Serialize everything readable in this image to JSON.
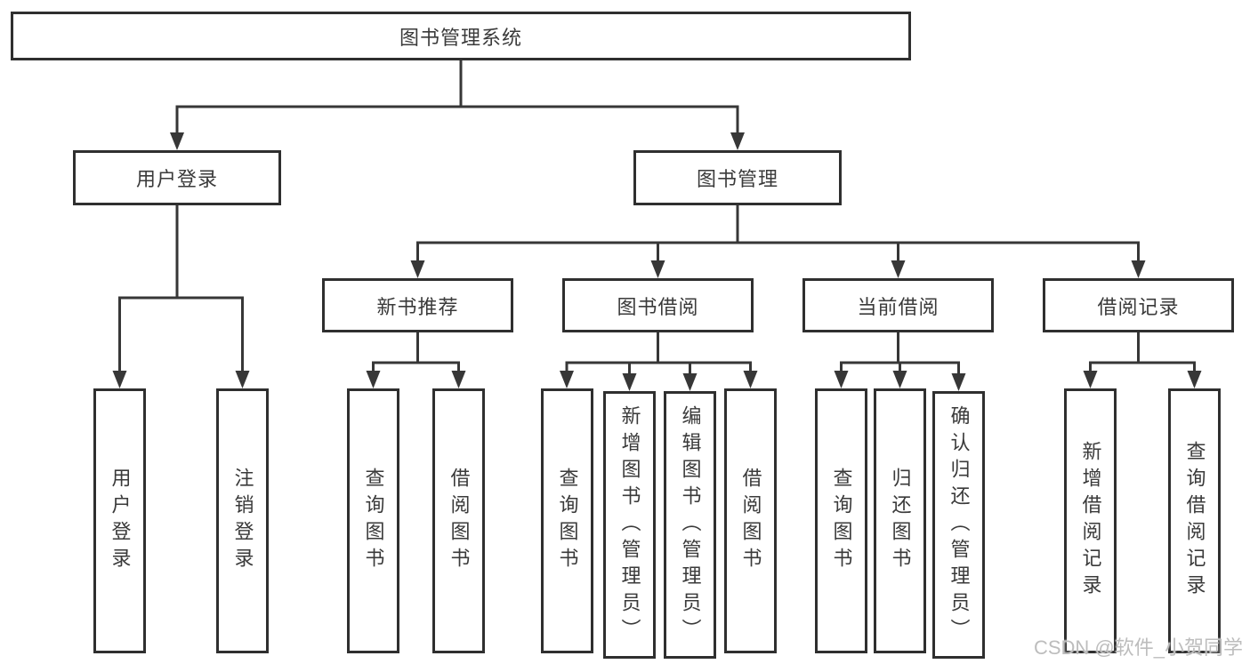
{
  "tree": {
    "root": {
      "label": "图书管理系统"
    },
    "branches": [
      {
        "label": "用户登录",
        "children": [
          {
            "label": "用户登录"
          },
          {
            "label": "注销登录"
          }
        ]
      },
      {
        "label": "图书管理",
        "children": [
          {
            "label": "新书推荐",
            "children": [
              {
                "label": "查询图书"
              },
              {
                "label": "借阅图书"
              }
            ]
          },
          {
            "label": "图书借阅",
            "children": [
              {
                "label": "查询图书"
              },
              {
                "label": "新增图书（管理员）"
              },
              {
                "label": "编辑图书（管理员）"
              },
              {
                "label": "借阅图书"
              }
            ]
          },
          {
            "label": "当前借阅",
            "children": [
              {
                "label": "查询图书"
              },
              {
                "label": "归还图书"
              },
              {
                "label": "确认归还（管理员）"
              }
            ]
          },
          {
            "label": "借阅记录",
            "children": [
              {
                "label": "新增借阅记录"
              },
              {
                "label": "查询借阅记录"
              }
            ]
          }
        ]
      }
    ]
  },
  "watermark": {
    "text": "CSDN @软件_小贺同学"
  },
  "colors": {
    "line": "#373737",
    "border": "#2f2f2f",
    "text": "#3a3a3a",
    "watermark": "#bdbdbd"
  }
}
